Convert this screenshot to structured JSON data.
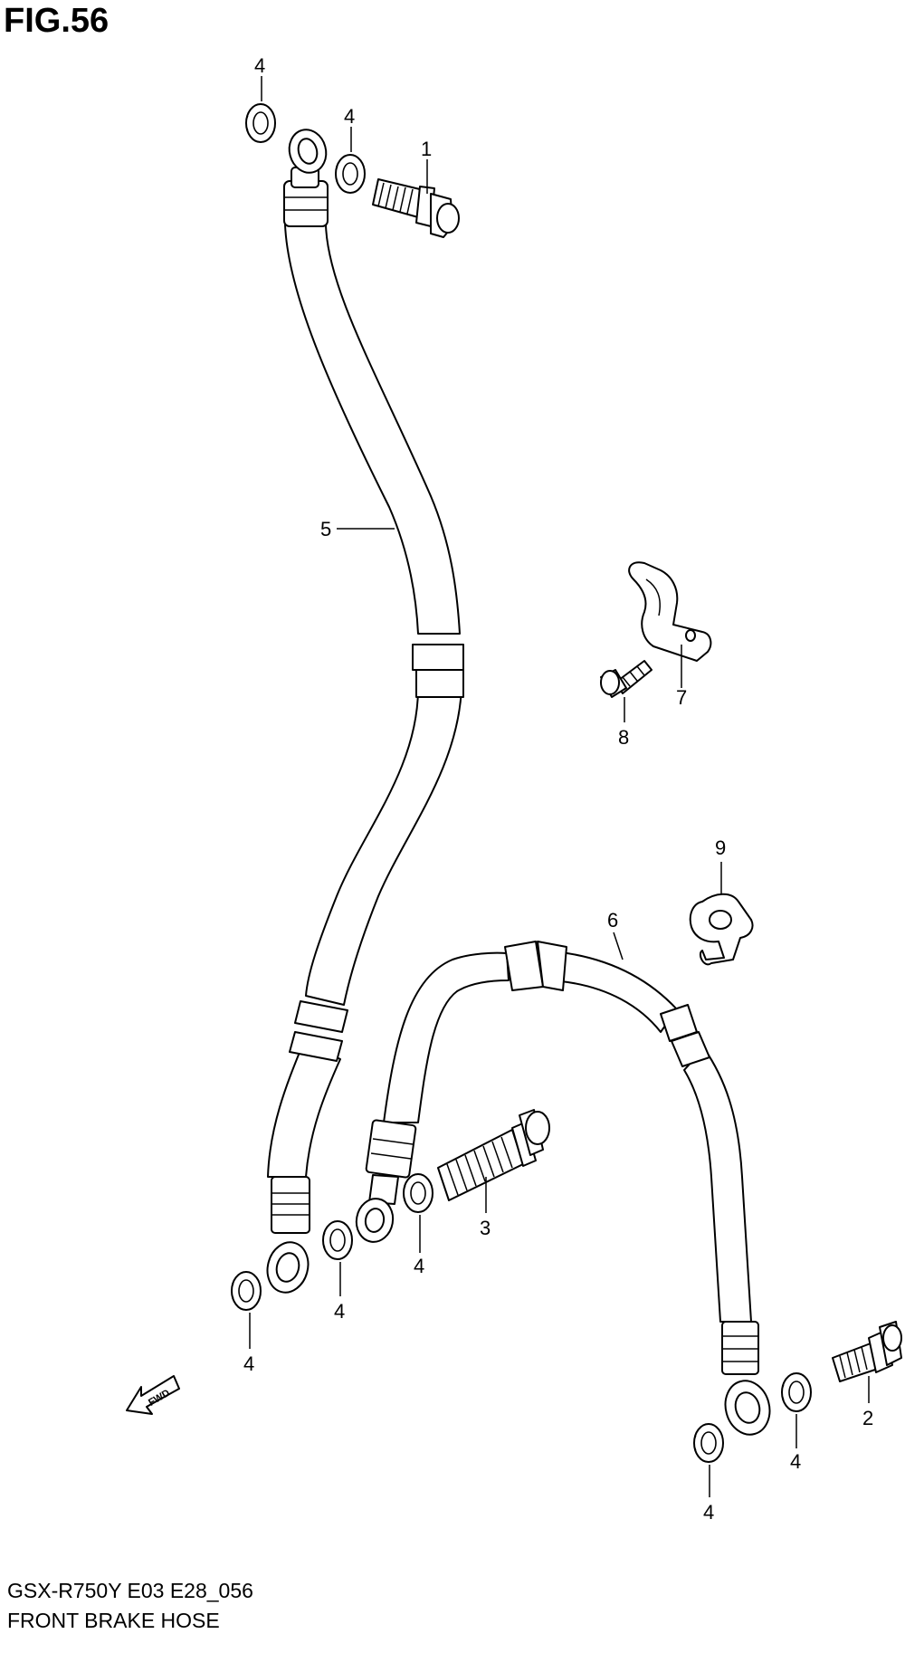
{
  "header": {
    "figure_title": "FIG.56"
  },
  "footer": {
    "model_code": "GSX-R750Y E03 E28_056",
    "diagram_name": "FRONT BRAKE HOSE"
  },
  "fwd_indicator": {
    "label": "FWD"
  },
  "callouts": {
    "part_1": "1",
    "part_2": "2",
    "part_3": "3",
    "part_5": "5",
    "part_6": "6",
    "part_7": "7",
    "part_8": "8",
    "part_9": "9",
    "washer_a": "4",
    "washer_b": "4",
    "washer_c": "4",
    "washer_d": "4",
    "washer_e": "4",
    "washer_f": "4",
    "washer_g": "4"
  }
}
